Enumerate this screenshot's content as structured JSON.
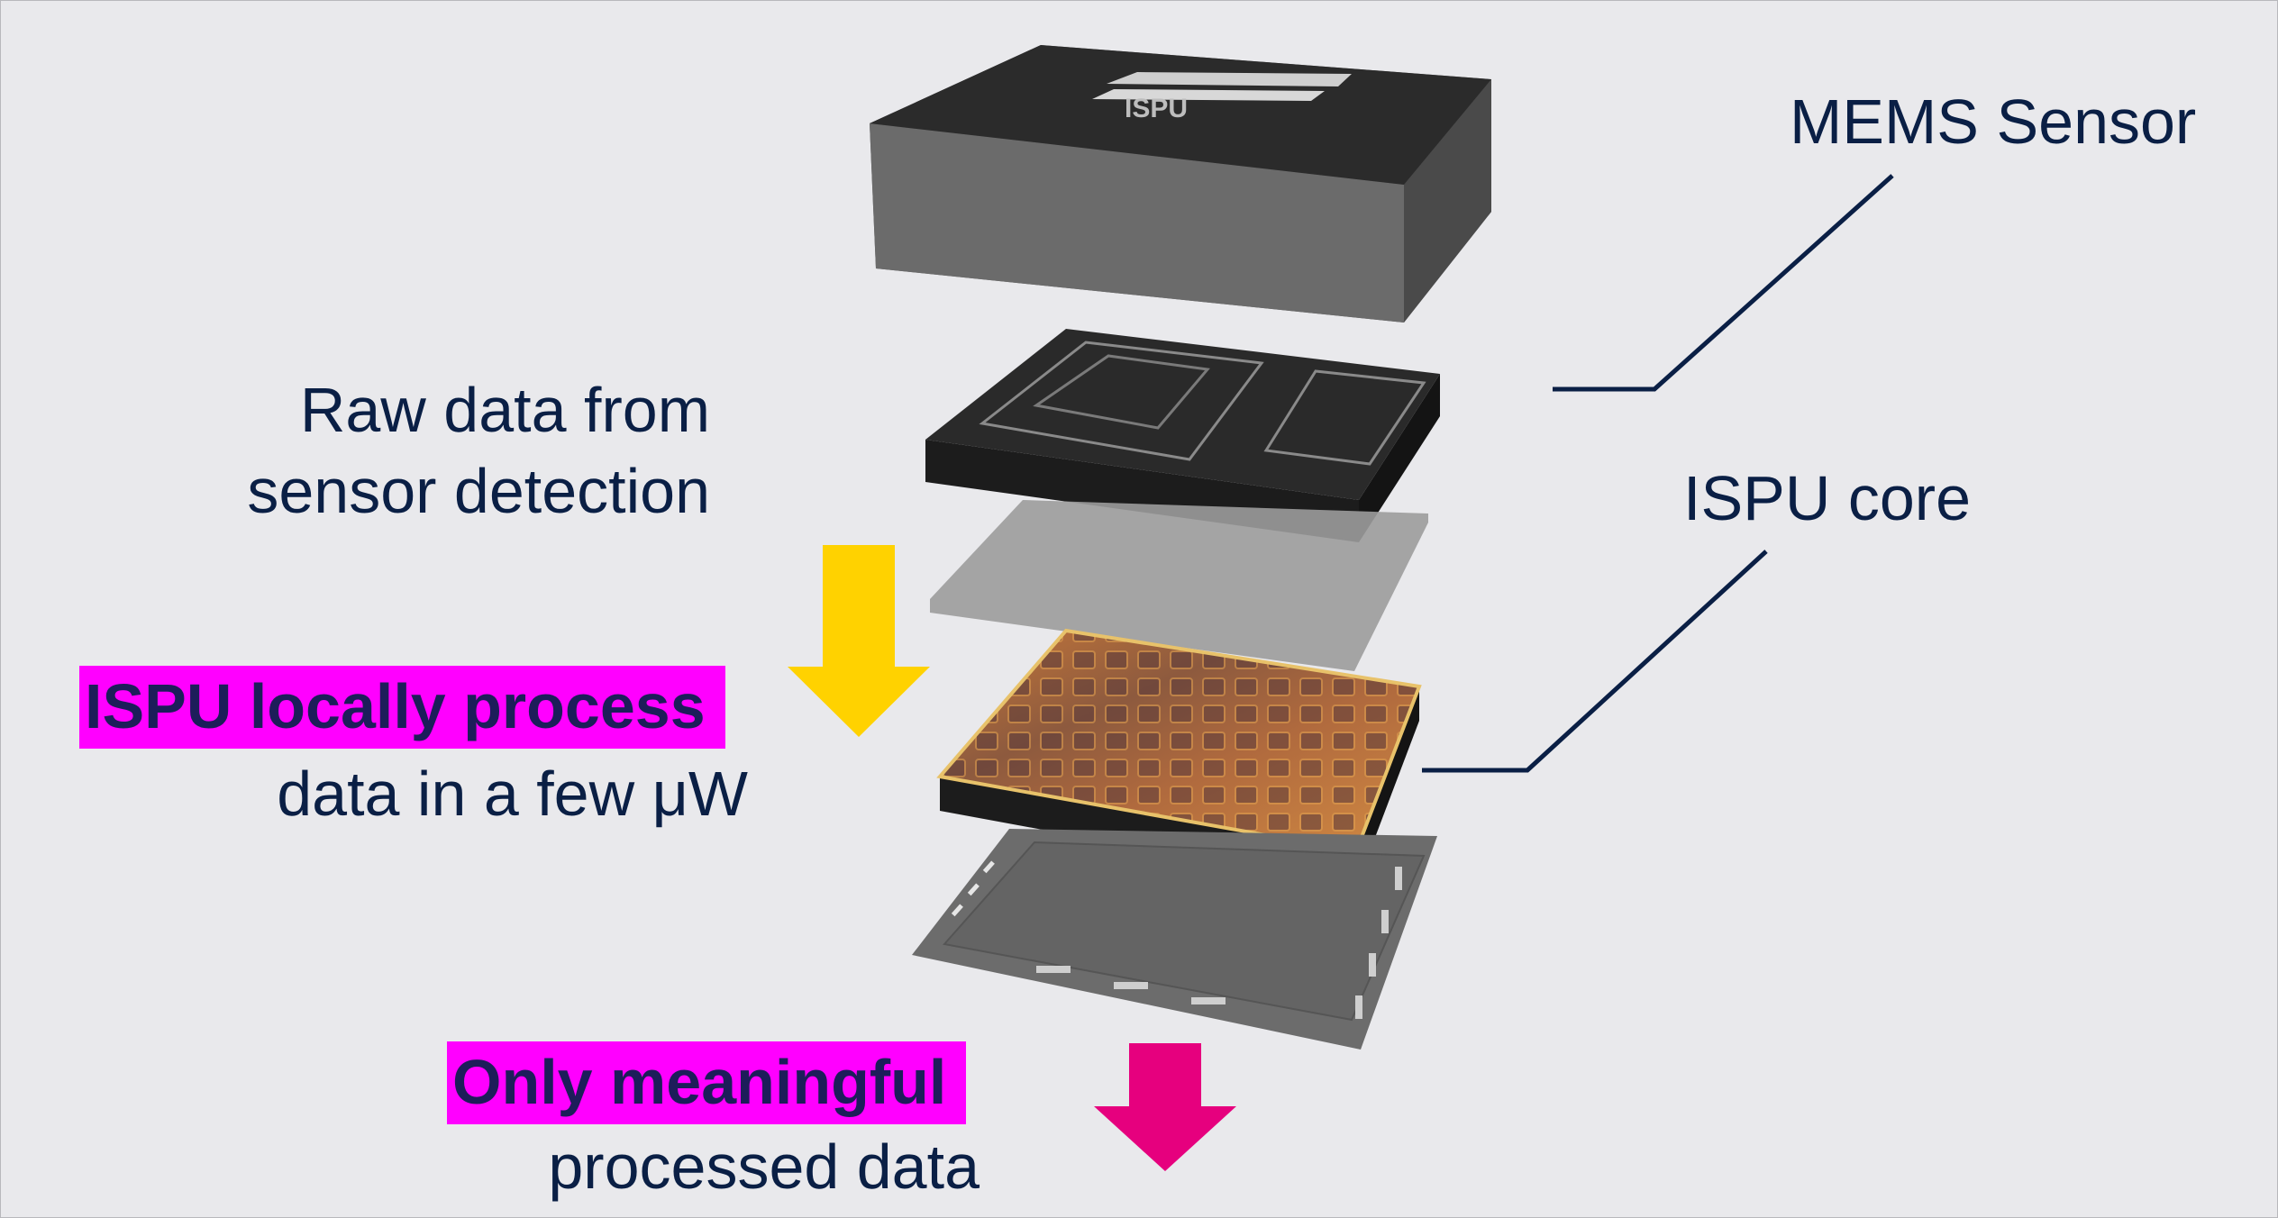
{
  "labels": {
    "mems_sensor": "MEMS Sensor",
    "ispu_core": "ISPU core",
    "raw_line1": "Raw data from",
    "raw_line2": "sensor detection",
    "process_highlight": "ISPU locally process",
    "process_line2": "data in a few μW",
    "meaningful_highlight": "Only meaningful",
    "processed_line2": "processed data",
    "cap_logo_text": "ISPU"
  },
  "colors": {
    "background": "#e9e9ec",
    "text": "#0a1f45",
    "highlight": "#ff00ff",
    "input_arrow": "#ffd200",
    "output_arrow": "#e6007e"
  }
}
